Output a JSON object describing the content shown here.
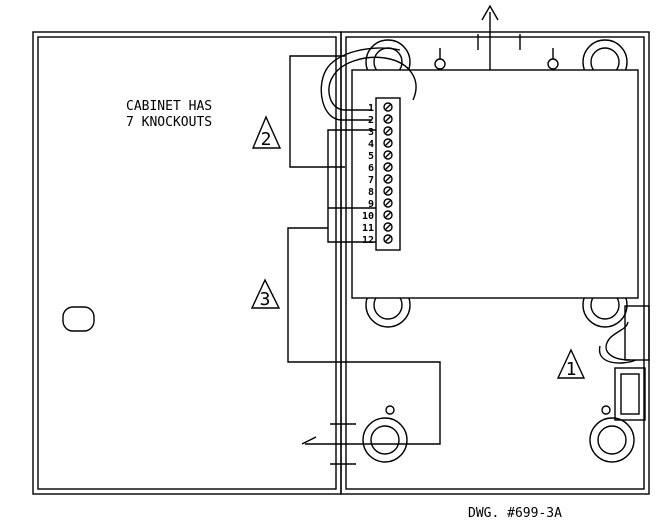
{
  "diagram": {
    "cabinet_note": [
      "CABINET HAS",
      "7 KNOCKOUTS"
    ],
    "terminal_numbers": [
      "1",
      "2",
      "3",
      "4",
      "5",
      "6",
      "7",
      "8",
      "9",
      "10",
      "11",
      "12"
    ],
    "callouts": [
      "2",
      "3",
      "1"
    ],
    "drawing_number": "DWG. #699-3A"
  }
}
